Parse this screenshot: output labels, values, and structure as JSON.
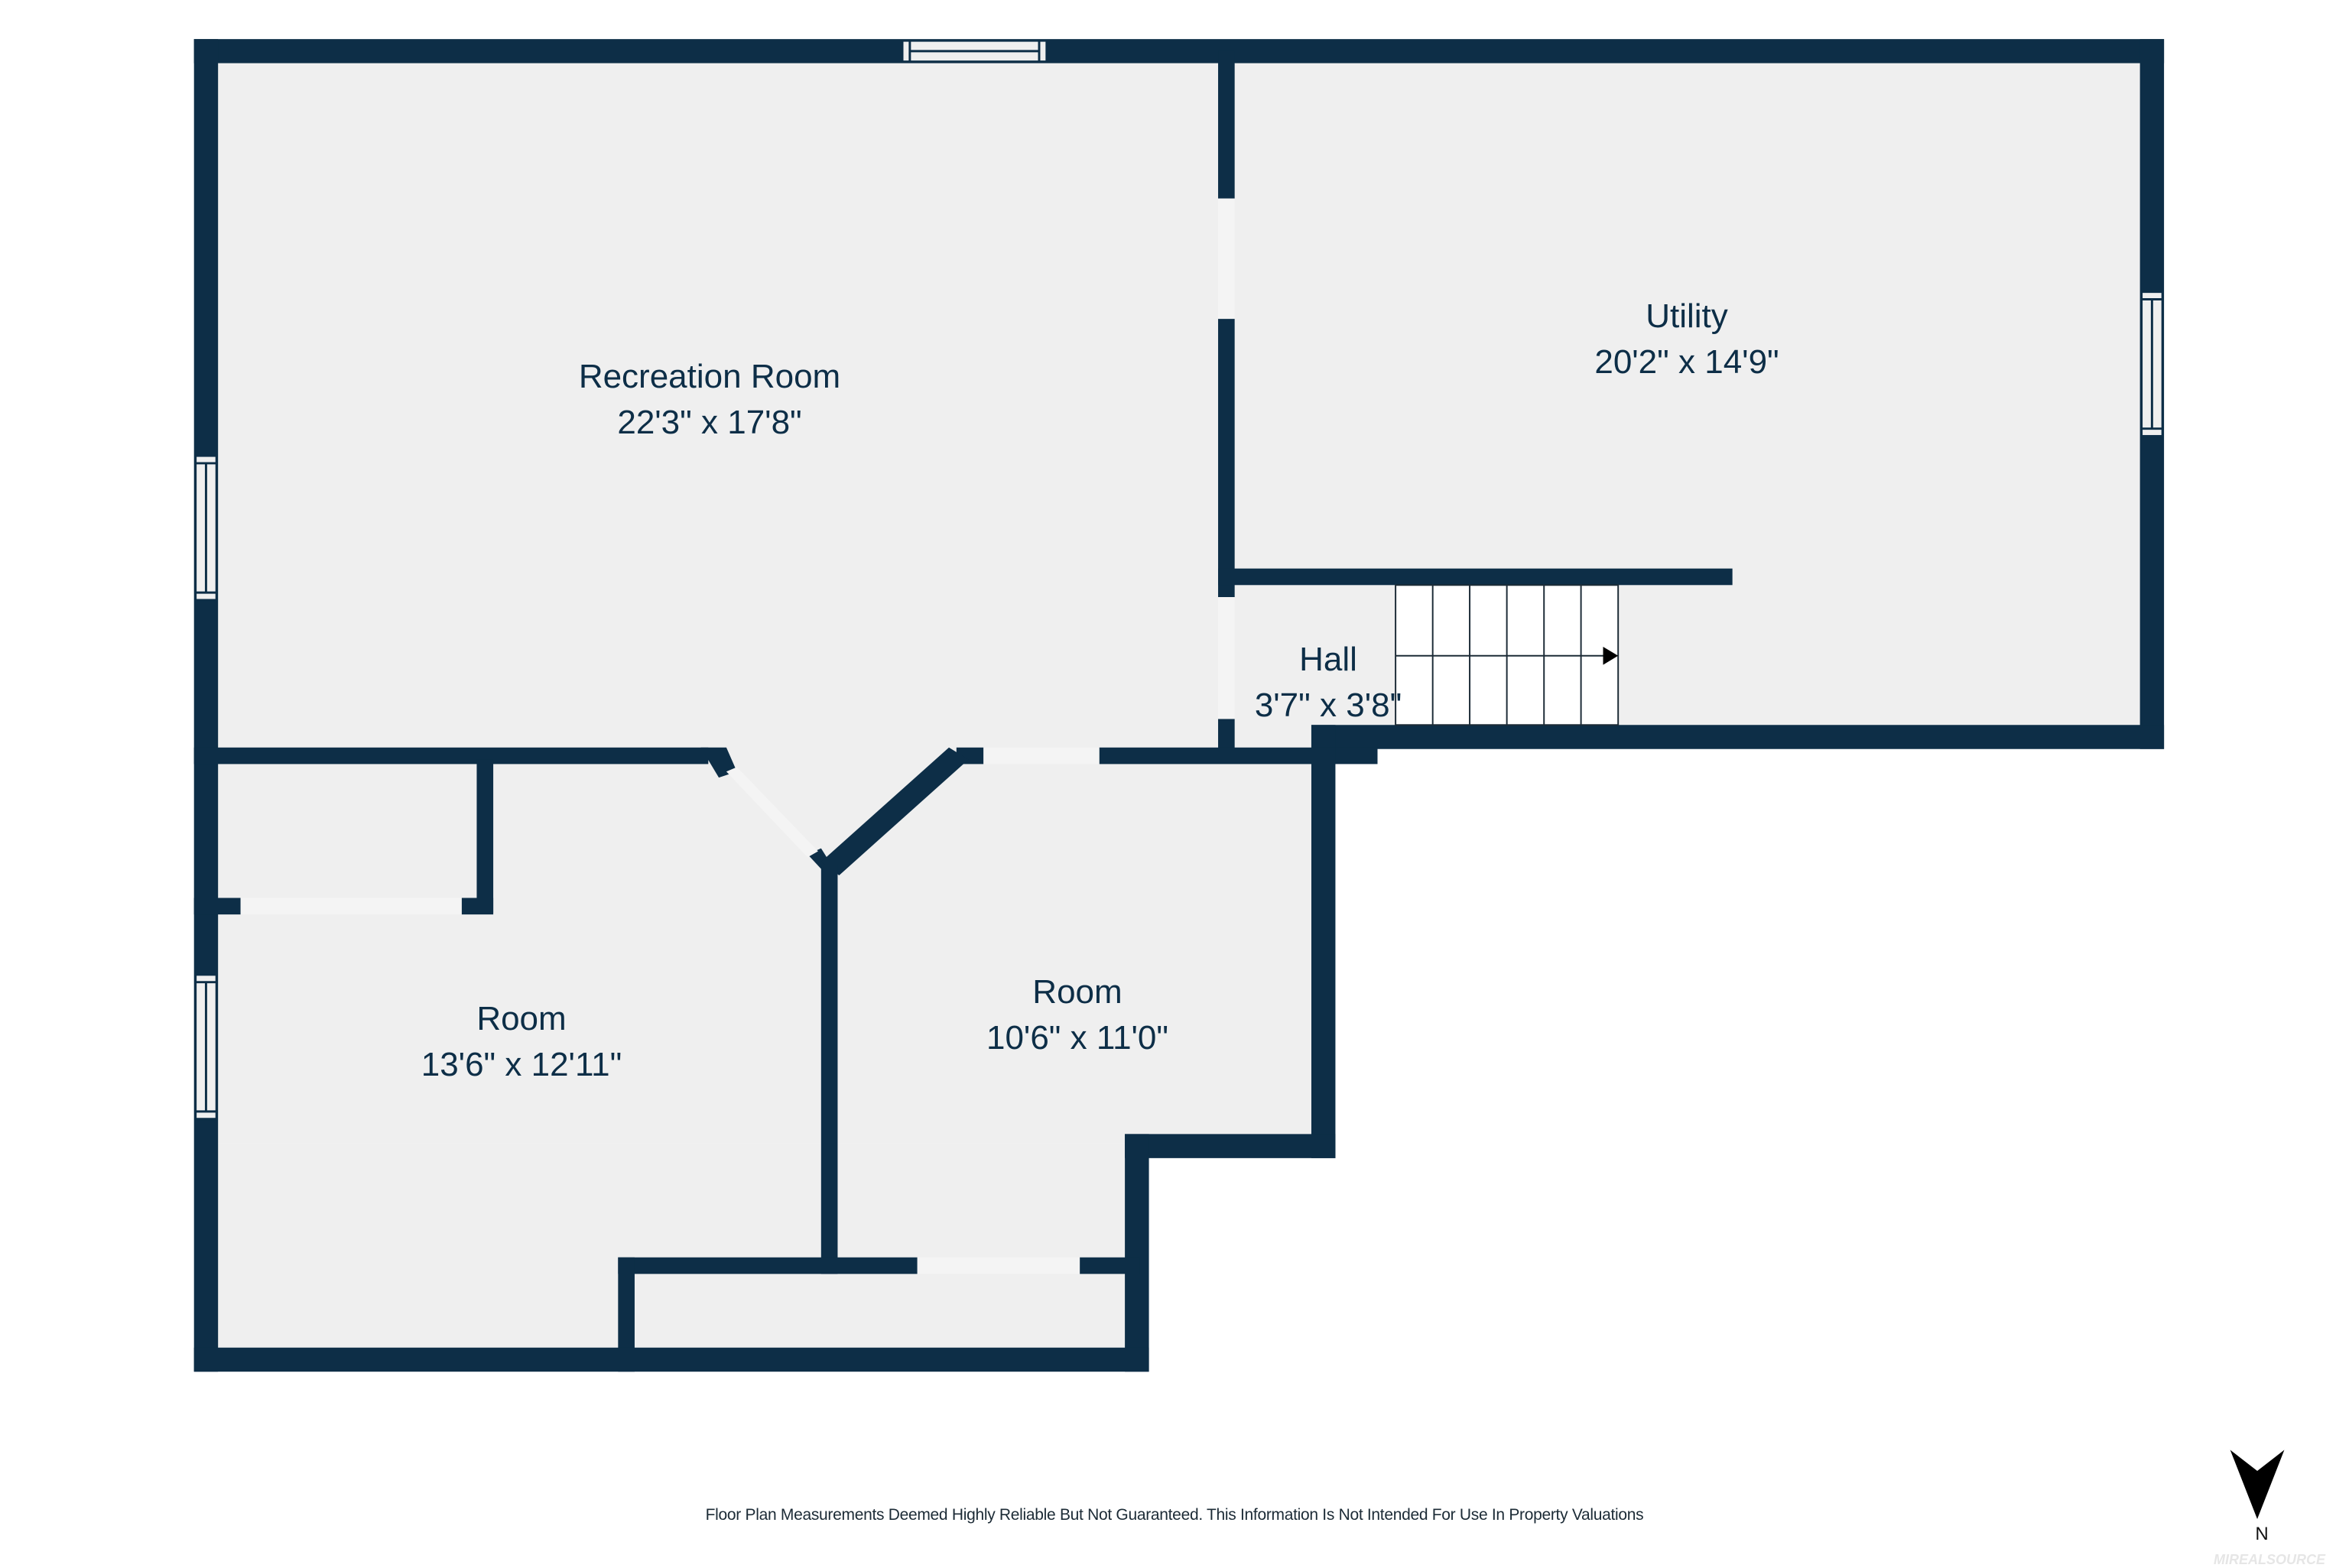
{
  "colors": {
    "wall": "#0d2e47",
    "floor": "#efefef",
    "background": "#ffffff",
    "label": "#0d2e47",
    "stairs": "#ffffff"
  },
  "rooms": [
    {
      "name": "Recreation Room",
      "dimensions": "22'3\" x 17'8\""
    },
    {
      "name": "Utility",
      "dimensions": "20'2\" x 14'9\""
    },
    {
      "name": "Hall",
      "dimensions": "3'7\" x 3'8\""
    },
    {
      "name": "Room",
      "dimensions": "13'6\" x 12'11\""
    },
    {
      "name": "Room",
      "dimensions": "10'6\" x 11'0\""
    }
  ],
  "compass": {
    "icon": "north-arrow-icon",
    "label": "N"
  },
  "footer": {
    "disclaimer": "Floor Plan Measurements Deemed Highly Reliable But Not Guaranteed. This Information Is Not Intended For Use In Property Valuations"
  },
  "watermark": "MIREALSOURCE"
}
